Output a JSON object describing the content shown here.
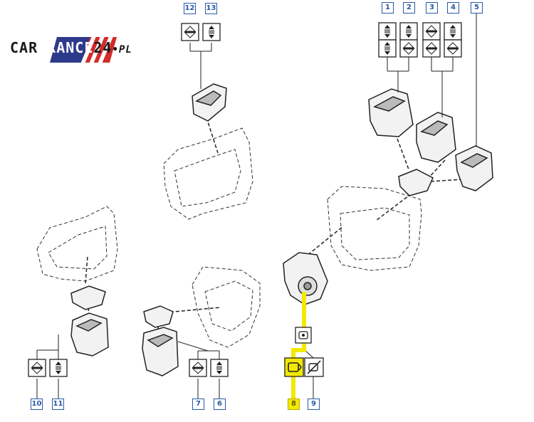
{
  "logo": {
    "part1": "CAR",
    "part2": "FRANCE",
    "part3": "24",
    "part4": "•PL",
    "colors": {
      "blue": "#2d3a8c",
      "red": "#d42b2b",
      "text": "#1a1a1a"
    }
  },
  "labels": {
    "n1": "1",
    "n2": "2",
    "n3": "3",
    "n4": "4",
    "n5": "5",
    "n6": "6",
    "n7": "7",
    "n8": "8",
    "n9": "9",
    "n10": "10",
    "n11": "11",
    "n12": "12",
    "n13": "13"
  },
  "colors": {
    "label_blue": "#2a5aa8",
    "highlight": "#f2ea00",
    "line": "#333333"
  }
}
